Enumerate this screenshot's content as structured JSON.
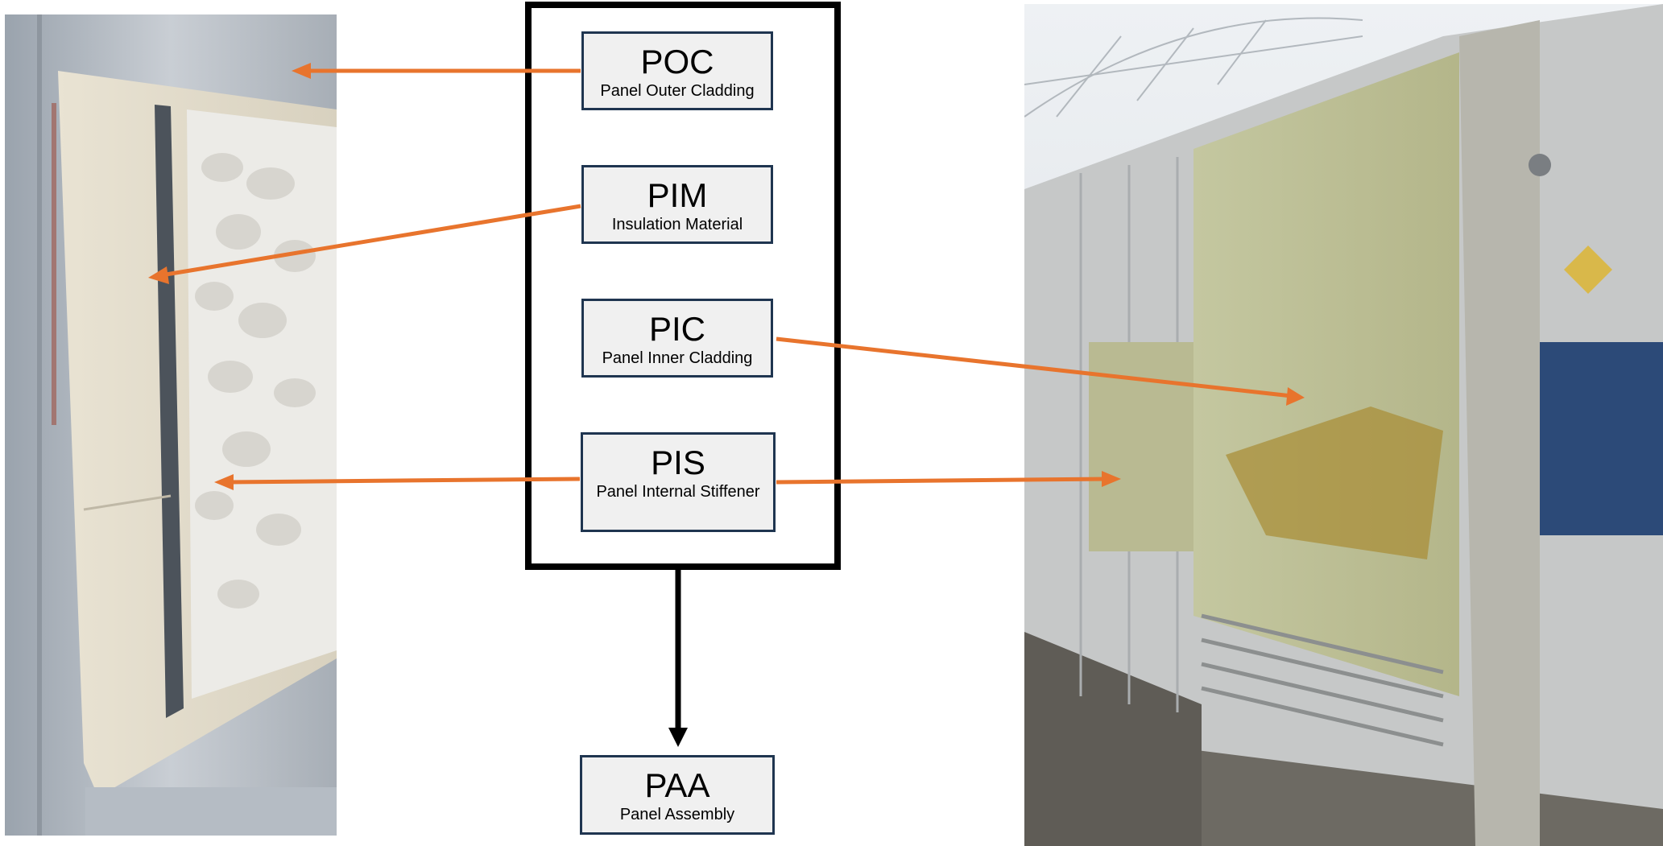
{
  "diagram": {
    "components": [
      {
        "code": "POC",
        "label": "Panel Outer Cladding"
      },
      {
        "code": "PIM",
        "label": "Insulation Material"
      },
      {
        "code": "PIC",
        "label": "Panel Inner Cladding"
      },
      {
        "code": "PIS",
        "label": "Panel Internal Stiffener"
      }
    ],
    "assembly": {
      "code": "PAA",
      "label": "Panel Assembly"
    }
  },
  "colors": {
    "arrow": "#e8742d",
    "box_fill": "#f0f0f0",
    "box_border": "#1f3550",
    "frame": "#000000"
  },
  "photos": {
    "left": "Close-up of cut panel edge showing outer cladding, insulation foam and stiffener",
    "right": "Refrigerated container with inner cladding exposed"
  }
}
